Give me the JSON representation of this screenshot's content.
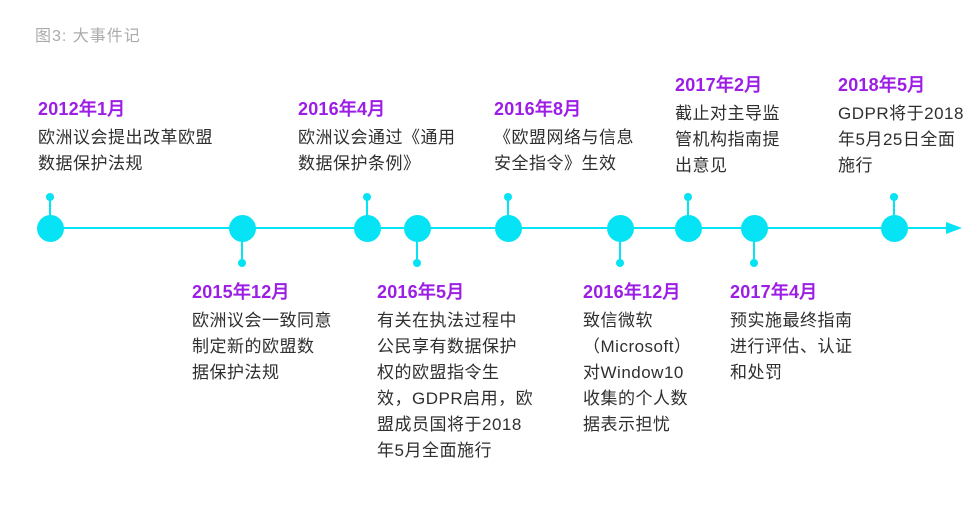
{
  "title": "图3: 大事件记",
  "colors": {
    "accent_cyan": "#06e3f5",
    "accent_purple": "#9c1de5",
    "body_text": "#2f2f2f",
    "title_gray": "#ababab"
  },
  "timeline": {
    "events": [
      {
        "date": "2012年1月",
        "side": "above",
        "text": "欧洲议会提出改革欧盟\n数据保护法规"
      },
      {
        "date": "2015年12月",
        "side": "below",
        "text": "欧洲议会一致同意\n制定新的欧盟数\n据保护法规"
      },
      {
        "date": "2016年4月",
        "side": "above",
        "text": "欧洲议会通过《通用\n数据保护条例》"
      },
      {
        "date": "2016年5月",
        "side": "below",
        "text": "有关在执法过程中\n公民享有数据保护\n权的欧盟指令生\n效，GDPR启用，欧\n盟成员国将于2018\n年5月全面施行"
      },
      {
        "date": "2016年8月",
        "side": "above",
        "text": "《欧盟网络与信息\n安全指令》生效"
      },
      {
        "date": "2016年12月",
        "side": "below",
        "text": "致信微软\n（Microsoft）\n对Window10\n收集的个人数\n据表示担忧"
      },
      {
        "date": "2017年2月",
        "side": "above",
        "text": "截止对主导监\n管机构指南提\n出意见"
      },
      {
        "date": "2017年4月",
        "side": "below",
        "text": "预实施最终指南\n进行评估、认证\n和处罚"
      },
      {
        "date": "2018年5月",
        "side": "above",
        "text": "GDPR将于2018\n年5月25日全面\n施行"
      }
    ]
  }
}
